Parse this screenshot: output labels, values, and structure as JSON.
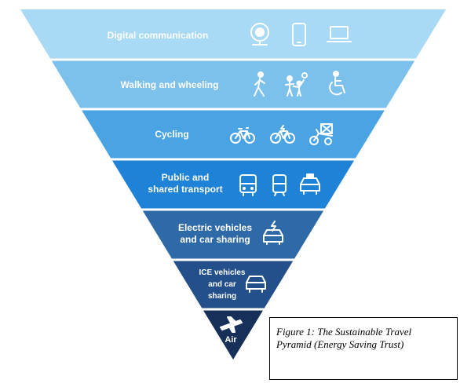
{
  "colors": {
    "tier1": "#a8daf5",
    "tier2": "#7cc0ec",
    "tier3": "#4aa4e4",
    "tier4": "#1e82d6",
    "tier5": "#2f6aa8",
    "tier6": "#23508a",
    "tier7": "#16305a",
    "text": "#ffffff"
  },
  "tiers": [
    {
      "lines": [
        "Digital communication"
      ],
      "icons": [
        "webcam-icon",
        "smartphone-icon",
        "laptop-icon"
      ]
    },
    {
      "lines": [
        "Walking and wheeling"
      ],
      "icons": [
        "walking-person-icon",
        "family-with-balloon-icon",
        "wheelchair-user-icon"
      ]
    },
    {
      "lines": [
        "Cycling"
      ],
      "icons": [
        "bicycle-icon",
        "electric-bicycle-icon",
        "cargo-bike-icon"
      ]
    },
    {
      "lines": [
        "Public and",
        "shared transport"
      ],
      "icons": [
        "bus-icon",
        "tram-icon",
        "taxi-icon"
      ]
    },
    {
      "lines": [
        "Electric vehicles",
        "and car sharing"
      ],
      "icons": [
        "electric-car-icon"
      ]
    },
    {
      "lines": [
        "ICE vehicles",
        "and car",
        "sharing"
      ],
      "icons": [
        "car-icon"
      ]
    },
    {
      "lines": [
        "Air"
      ],
      "icons": [
        "airplane-icon"
      ]
    }
  ],
  "caption": {
    "line1": "Figure 1: The Sustainable Travel",
    "line2": "Pyramid (Energy Saving Trust)"
  }
}
